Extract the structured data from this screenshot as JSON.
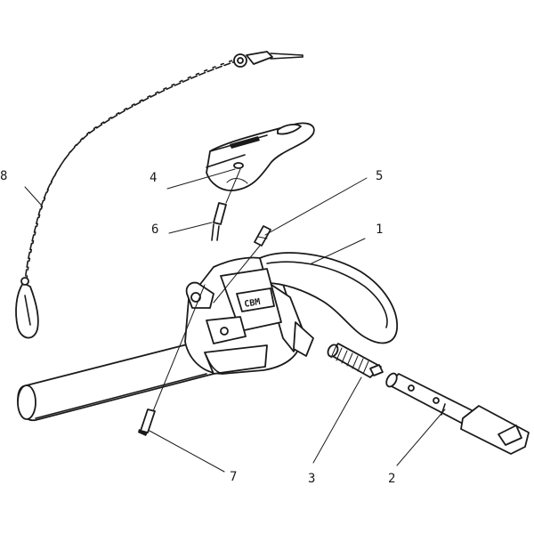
{
  "diagram": {
    "logo_text": "CBM",
    "callouts": [
      {
        "id": "1",
        "label": "1"
      },
      {
        "id": "2",
        "label": "2"
      },
      {
        "id": "3",
        "label": "3"
      },
      {
        "id": "4",
        "label": "4"
      },
      {
        "id": "5",
        "label": "5"
      },
      {
        "id": "6",
        "label": "6"
      },
      {
        "id": "7",
        "label": "7"
      },
      {
        "id": "8",
        "label": "8"
      }
    ]
  }
}
